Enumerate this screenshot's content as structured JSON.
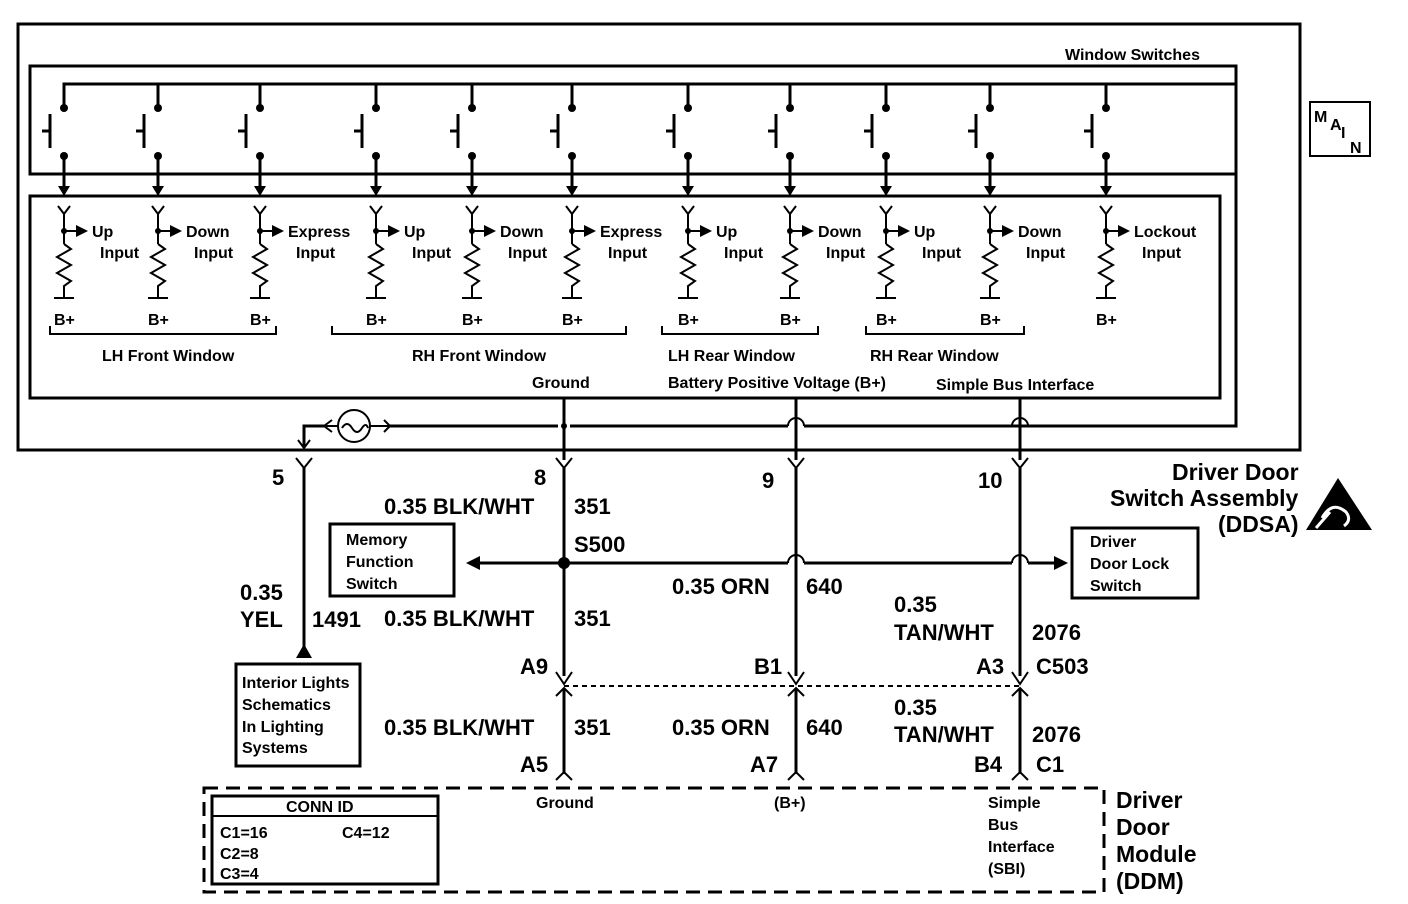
{
  "header": {
    "window_switches": "Window Switches",
    "main_badge": [
      "M",
      "A",
      "I",
      "N"
    ]
  },
  "inputs": [
    {
      "line1": "Up",
      "line2": "Input"
    },
    {
      "line1": "Down",
      "line2": "Input"
    },
    {
      "line1": "Express",
      "line2": "Input"
    },
    {
      "line1": "Up",
      "line2": "Input"
    },
    {
      "line1": "Down",
      "line2": "Input"
    },
    {
      "line1": "Express",
      "line2": "Input"
    },
    {
      "line1": "Up",
      "line2": "Input"
    },
    {
      "line1": "Down",
      "line2": "Input"
    },
    {
      "line1": "Up",
      "line2": "Input"
    },
    {
      "line1": "Down",
      "line2": "Input"
    },
    {
      "line1": "Lockout",
      "line2": "Input"
    }
  ],
  "bplus": "B+",
  "groups": {
    "lh_front": "LH Front Window",
    "rh_front": "RH Front Window",
    "lh_rear": "LH Rear Window",
    "rh_rear": "RH Rear Window"
  },
  "bus_labels": {
    "ground": "Ground",
    "battery": "Battery Positive Voltage (B+)",
    "sbi": "Simple Bus Interface"
  },
  "ddsa": {
    "line1": "Driver Door",
    "line2": "Switch Assembly",
    "line3": "(DDSA)"
  },
  "pins": {
    "p5": "5",
    "p8": "8",
    "p9": "9",
    "p10": "10"
  },
  "wires": {
    "blkwht": "0.35 BLK/WHT",
    "c351": "351",
    "splice": "S500",
    "orn": "0.35 ORN",
    "c640": "640",
    "gauge": "0.35",
    "yel": "YEL",
    "c1491": "1491",
    "tanwht": "TAN/WHT",
    "c2076": "2076"
  },
  "memory_switch": {
    "line1": "Memory",
    "line2": "Function",
    "line3": "Switch"
  },
  "door_lock_switch": {
    "line1": "Driver",
    "line2": "Door Lock",
    "line3": "Switch"
  },
  "interior_lights": {
    "line1": "Interior Lights",
    "line2": "Schematics",
    "line3": "In Lighting",
    "line4": "Systems"
  },
  "connector_c503": {
    "a9": "A9",
    "b1": "B1",
    "a3": "A3",
    "name": "C503"
  },
  "connector_ddm": {
    "a5": "A5",
    "a7": "A7",
    "b4": "B4",
    "c1": "C1"
  },
  "ddm_labels": {
    "ground": "Ground",
    "bplus": "(B+)",
    "sbi1": "Simple",
    "sbi2": "Bus",
    "sbi3": "Interface",
    "sbi4": "(SBI)"
  },
  "ddm": {
    "line1": "Driver",
    "line2": "Door",
    "line3": "Module",
    "line4": "(DDM)"
  },
  "conn_id": {
    "title": "CONN ID",
    "c1": "C1=16",
    "c2": "C2=8",
    "c3": "C3=4",
    "c4": "C4=12"
  }
}
